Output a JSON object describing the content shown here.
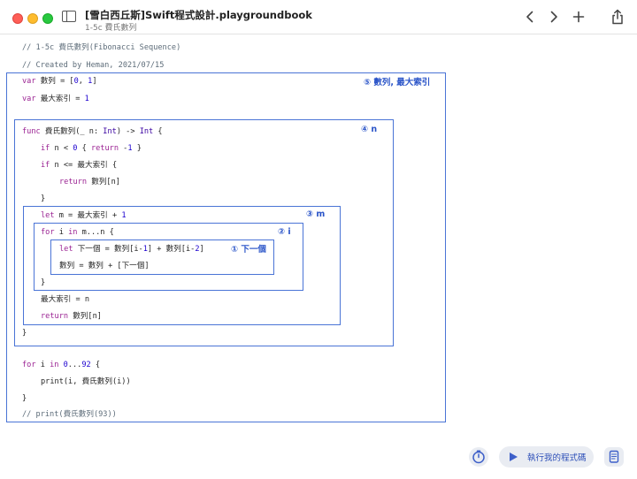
{
  "window": {
    "title": "[雪白西丘斯]Swift程式設計.playgroundbook",
    "subtitle": "1-5c 費氏數列"
  },
  "code": {
    "lines": [
      "// 1-5c 費氏數列(Fibonacci Sequence)",
      "// Created by Heman, 2021/07/15",
      "var 數列 = [0, 1]",
      "var 最大索引 = 1",
      "func 費氏數列(_ n: Int) -> Int {",
      "if n < 0 { return -1 }",
      "if n <= 最大索引 {",
      "return 數列[n]",
      "}",
      "let m = 最大索引 + 1",
      "for i in m...n {",
      "let 下一個 = 數列[i-1] + 數列[i-2]",
      "數列 = 數列 + [下一個]",
      "}",
      "最大索引 = n",
      "return 數列[n]",
      "}",
      "for i in 0...92 {",
      "print(i, 費氏數列(i))",
      "}",
      "// print(費氏數列(93))"
    ]
  },
  "annotations": {
    "box5": "⑤ 數列, 最大索引",
    "box4": "④ n",
    "box3": "③ m",
    "box2": "② i",
    "box1": "① 下一個"
  },
  "toolbar": {
    "run_label": "執行我的程式碼",
    "back_icon": "chevron-left-icon",
    "forward_icon": "chevron-right-icon",
    "add_icon": "plus-icon",
    "share_icon": "share-icon",
    "timer_icon": "speedometer-icon",
    "doc_icon": "document-icon"
  },
  "colors": {
    "annotation_border": "#4a74d6",
    "annotation_text": "#2a54c8",
    "keyword": "#9b2393",
    "number": "#1c00cf",
    "comment": "#5d6c79",
    "run_accent": "#3d5fc9"
  }
}
